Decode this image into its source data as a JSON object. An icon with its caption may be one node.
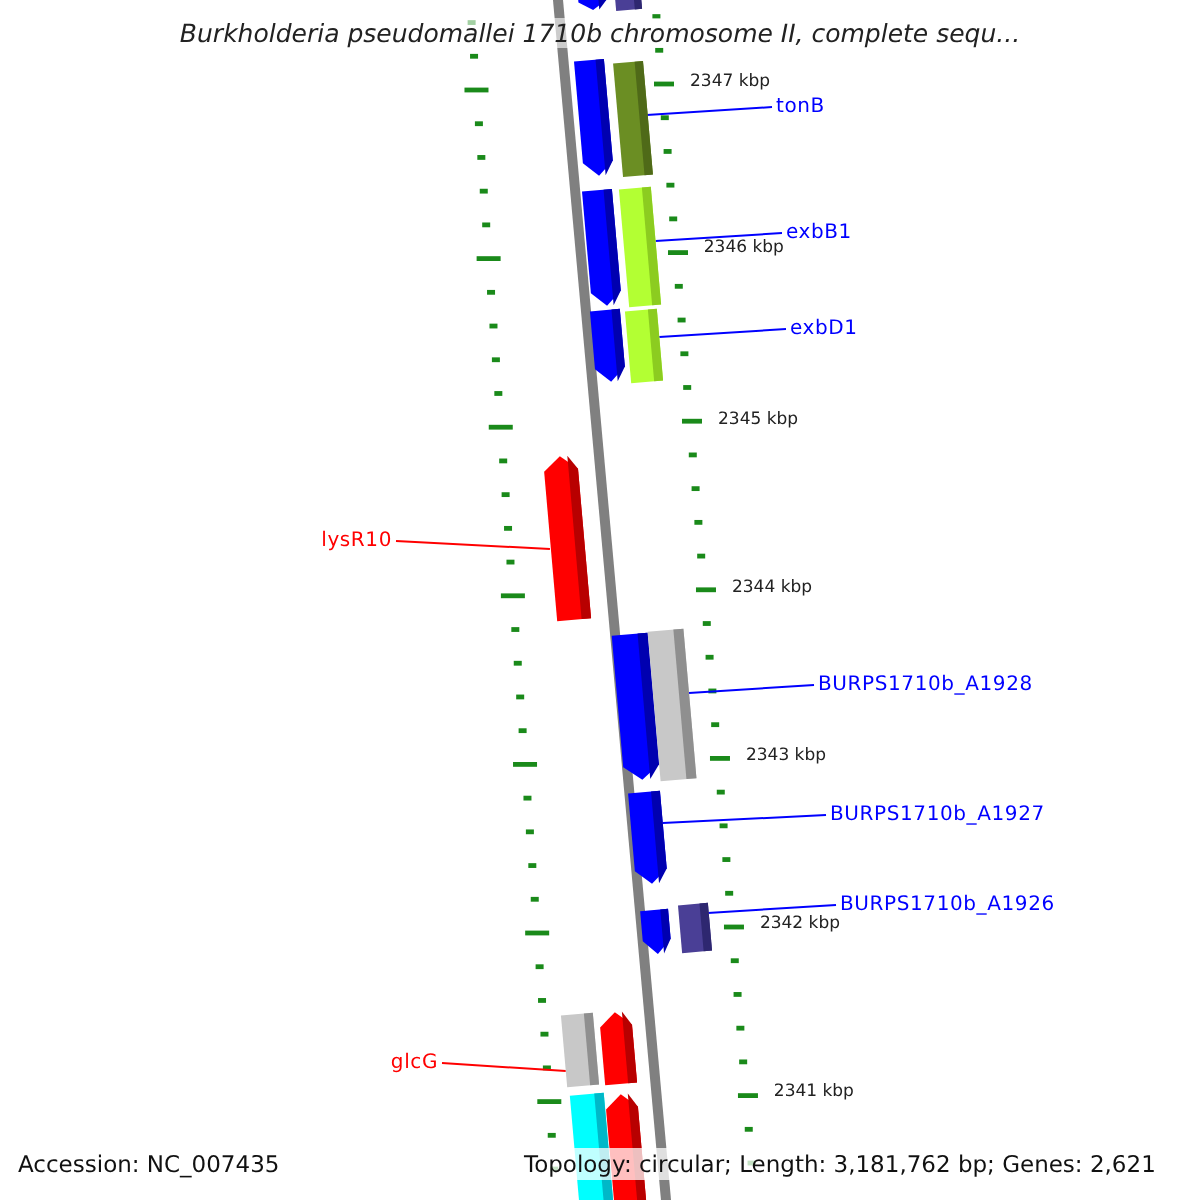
{
  "diagram": {
    "title": "Burkholderia pseudomallei 1710b chromosome II, complete sequ...",
    "nodes": [
      {
        "text": [
          "tonB"
        ]
      },
      {
        "text": [],
        "shape": "bar"
      },
      {
        "text": [
          "exbB1"
        ]
      },
      {
        "text": [],
        "shape": "bar"
      },
      {
        "text": [
          "exbD1"
        ]
      },
      {
        "text": [],
        "shape": "bar"
      },
      {
        "text": [
          "lysR10"
        ]
      },
      {
        "text": [],
        "shape": "bar"
      },
      {
        "text": [
          "BURPS1710b_A1928"
        ]
      },
      {
        "text": [],
        "shape": "bar"
      },
      {
        "text": [
          "BURPS1710b_A1927"
        ]
      },
      {
        "text": [],
        "shape": "bar"
      },
      {
        "text": [
          "BURPS1710b_A1926"
        ]
      },
      {
        "text": [],
        "shape": "bar"
      },
      {
        "text": [
          "glcG"
        ]
      },
      {
        "text": [],
        "shape": "bar"
      }
    ],
    "edges": [
      {
        "from": 0,
        "to": 1,
        "arrow": "none"
      },
      {
        "from": 2,
        "to": 3,
        "arrow": "none"
      },
      {
        "from": 4,
        "to": 5,
        "arrow": "none"
      },
      {
        "from": 6,
        "to": 7,
        "arrow": "none",
        "color": "#ff0000"
      },
      {
        "from": 8,
        "to": 9,
        "arrow": "none"
      },
      {
        "from": 10,
        "to": 11,
        "arrow": "none"
      },
      {
        "from": 12,
        "to": 13,
        "arrow": "none"
      },
      {
        "from": 14,
        "to": 15,
        "arrow": "none",
        "color": "#ff0000"
      }
    ],
    "labels": [
      "2347 kbp",
      "2346 kbp",
      "2345 kbp",
      "2344 kbp",
      "2343 kbp",
      "2342 kbp",
      "2341 kbp",
      "Accession: NC_007435",
      "Topology: circular; Length: 3,181,762 bp; Genes: 2,621"
    ]
  }
}
